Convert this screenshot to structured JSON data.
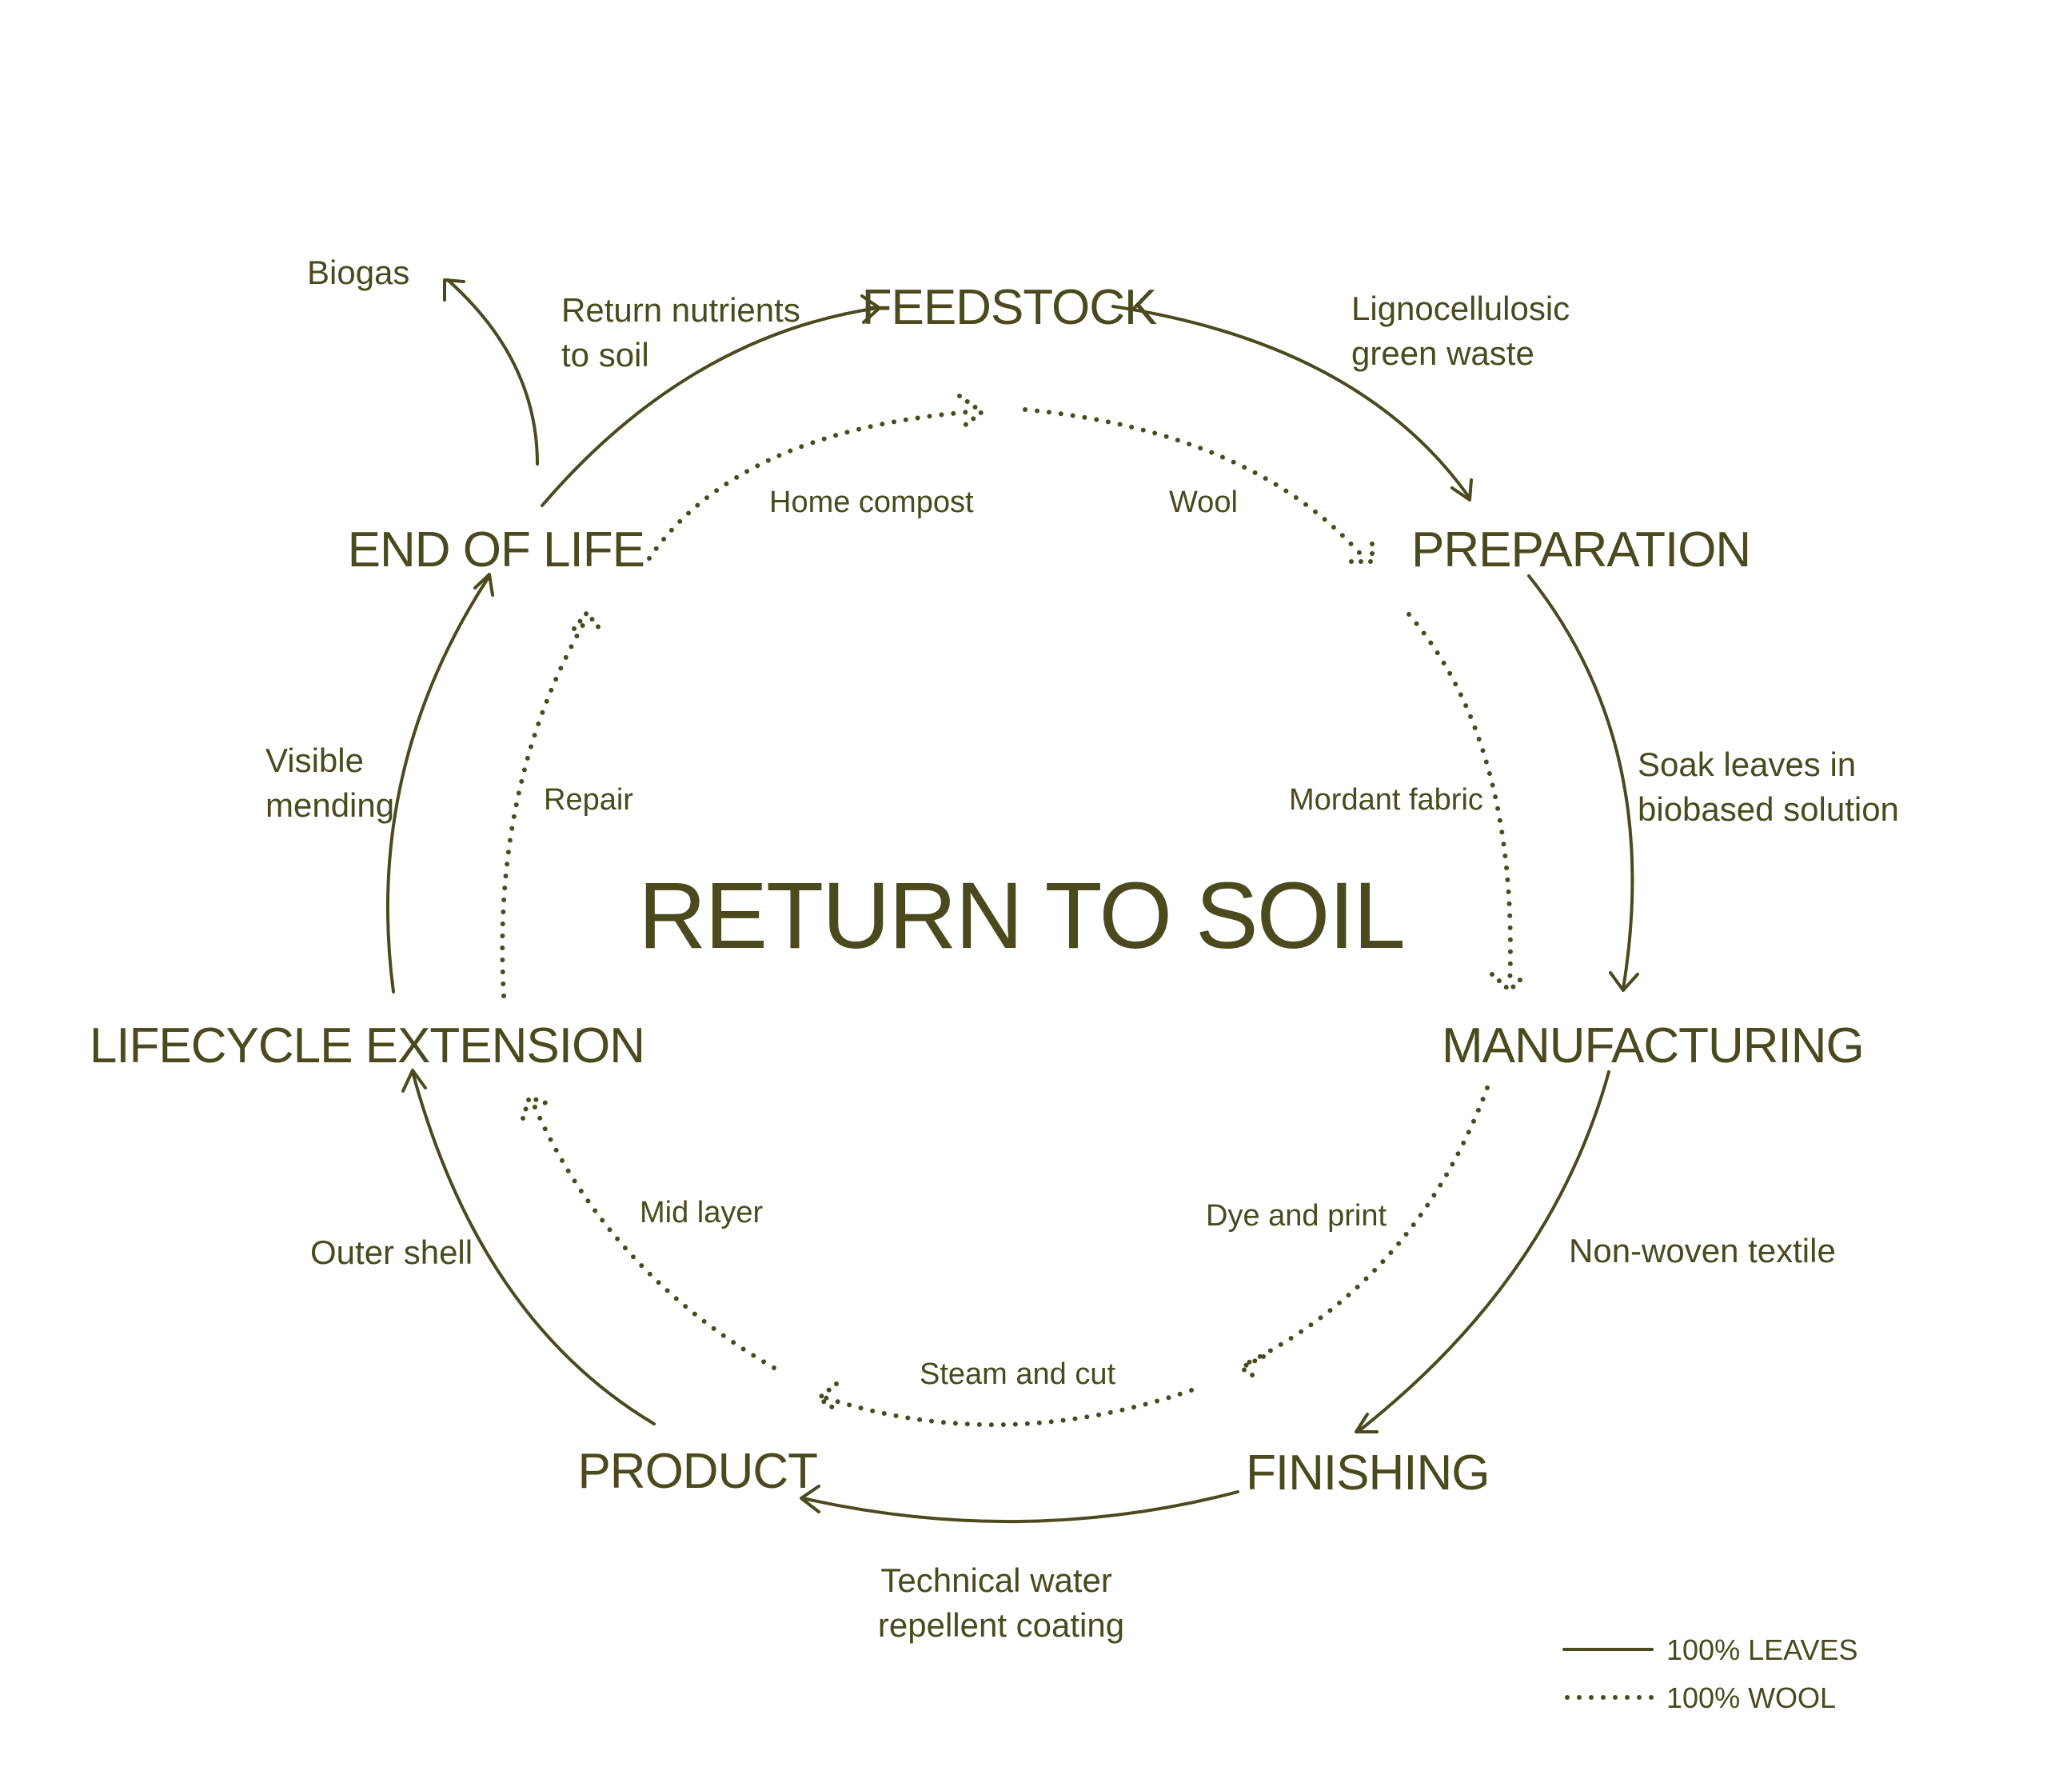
{
  "title": "RETURN TO SOIL",
  "stages": {
    "feedstock": "FEEDSTOCK",
    "preparation": "PREPARATION",
    "manufacturing": "MANUFACTURING",
    "finishing": "FINISHING",
    "product": "PRODUCT",
    "lifecycle_extension": "LIFECYCLE EXTENSION",
    "end_of_life": "END OF LIFE"
  },
  "leaves_labels": {
    "biogas": "Biogas",
    "return_nutrients": [
      "Return nutrients",
      "to soil"
    ],
    "lignocellulosic": [
      "Lignocellulosic",
      "green waste"
    ],
    "soak_leaves": [
      "Soak leaves in",
      "biobased solution"
    ],
    "non_woven": "Non-woven textile",
    "technical_coating": [
      "Technical water",
      "repellent coating"
    ],
    "outer_shell": "Outer shell",
    "visible_mending": [
      "Visible",
      "mending"
    ]
  },
  "wool_labels": {
    "home_compost": "Home compost",
    "wool": "Wool",
    "mordant_fabric": "Mordant fabric",
    "dye_and_print": "Dye and print",
    "steam_and_cut": "Steam and cut",
    "mid_layer": "Mid layer",
    "repair": "Repair"
  },
  "legend": {
    "leaves": "100% LEAVES",
    "wool": "100% WOOL"
  },
  "colors": {
    "ink": "#4a4a1e",
    "background": "#ffffff"
  }
}
